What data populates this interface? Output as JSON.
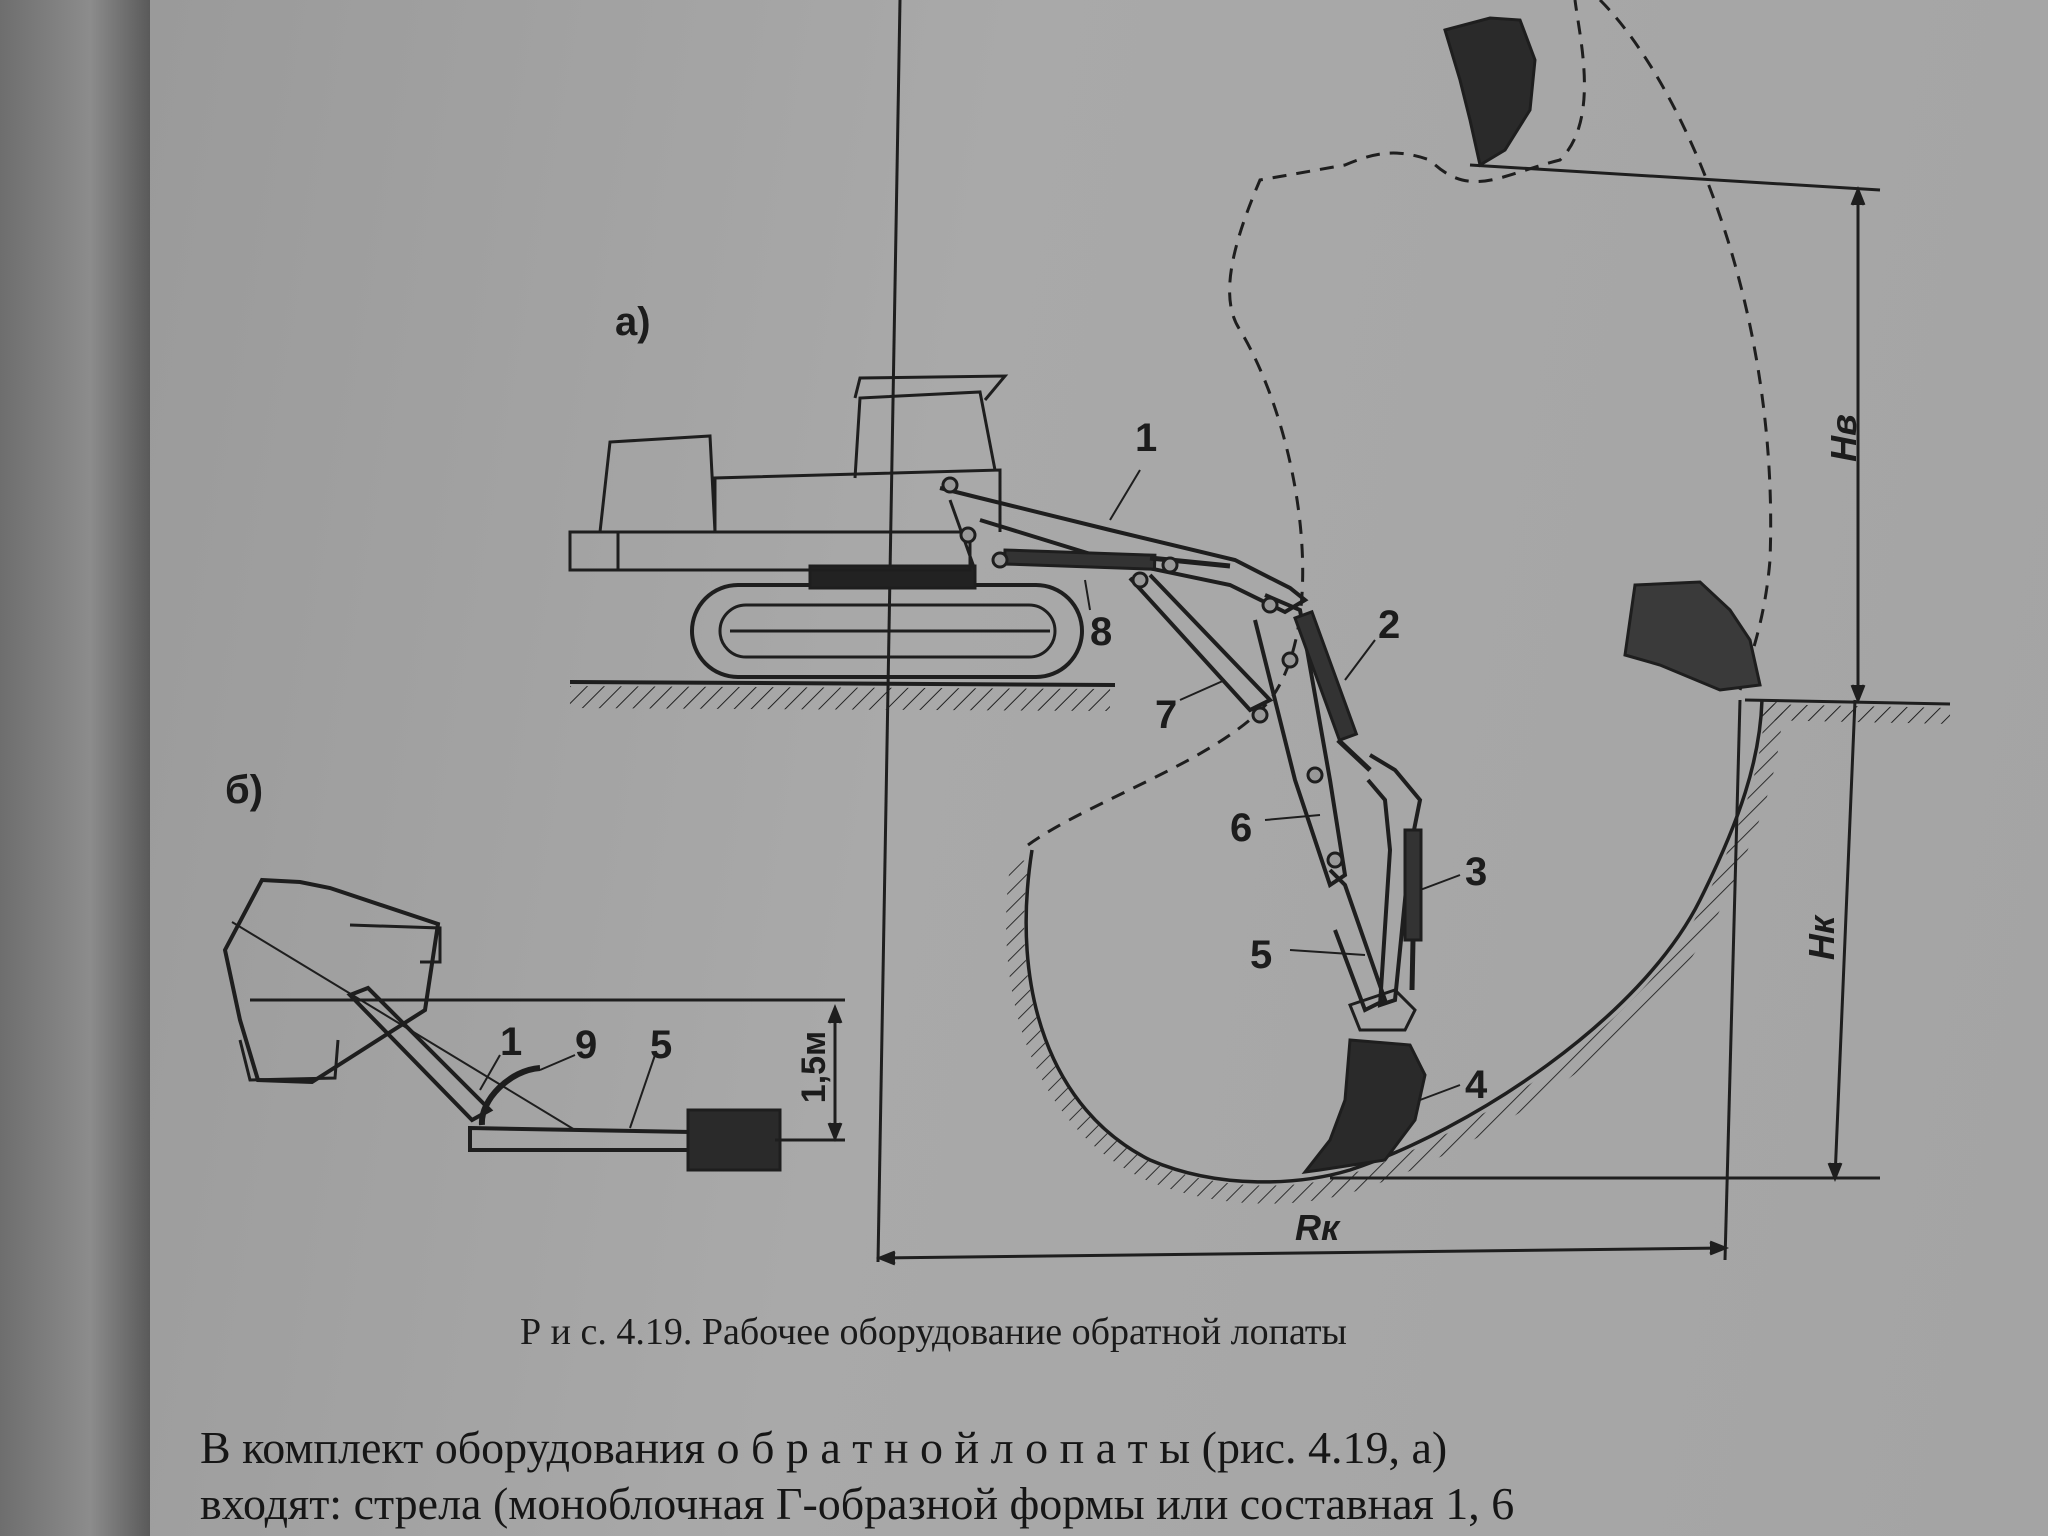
{
  "figure": {
    "panel_a_label": "а)",
    "panel_b_label": "б)",
    "labels_a": [
      "1",
      "2",
      "3",
      "4",
      "5",
      "6",
      "7",
      "8"
    ],
    "labels_b": [
      "1",
      "9",
      "5"
    ],
    "dim_hv": "Hв",
    "dim_hk": "Hк",
    "dim_rk": "Rк",
    "dim_depth": "1,5м"
  },
  "caption": "Р и с. 4.19. Рабочее оборудование обратной лопаты",
  "body": {
    "line1": "В комплект оборудования о б р а т н о й   л о п а т ы (рис. 4.19, а)",
    "line2": "входят: стрела (моноблочная Г-образной формы или составная 1, 6"
  }
}
